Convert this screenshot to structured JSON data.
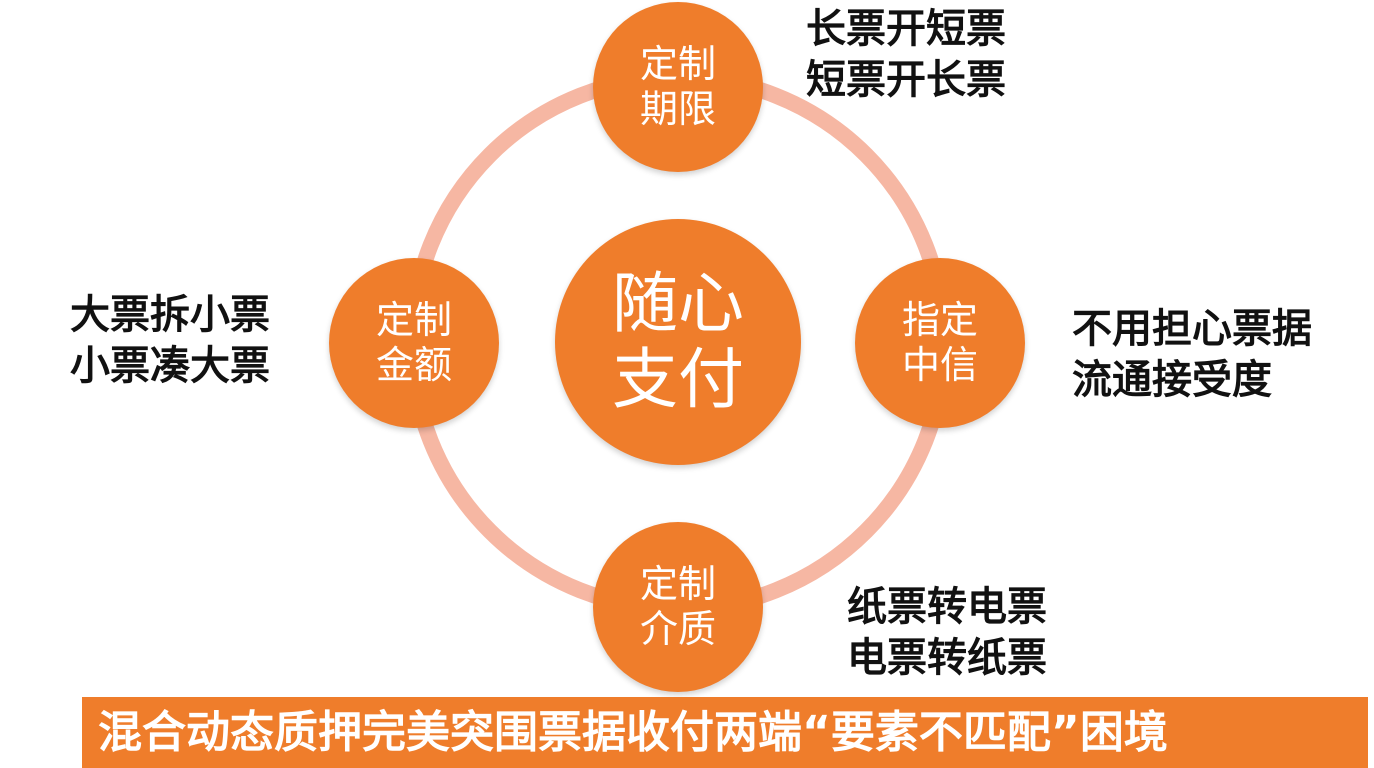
{
  "diagram": {
    "center": {
      "line1": "随心",
      "line2": "支付"
    },
    "nodes": {
      "top": {
        "line1": "定制",
        "line2": "期限"
      },
      "left": {
        "line1": "定制",
        "line2": "金额"
      },
      "right": {
        "line1": "指定",
        "line2": "中信"
      },
      "bottom": {
        "line1": "定制",
        "line2": "介质"
      }
    },
    "notes": {
      "top": {
        "line1": "长票开短票",
        "line2": "短票开长票"
      },
      "left": {
        "line1": "大票拆小票",
        "line2": "小票凑大票"
      },
      "right": {
        "line1": "不用担心票据",
        "line2": "流通接受度"
      },
      "bottom": {
        "line1": "纸票转电票",
        "line2": "电票转纸票"
      }
    },
    "banner": "混合动态质押完美突围票据收付两端“要素不匹配”困境"
  },
  "colors": {
    "node_fill": "#ef7d2b",
    "ring": "#f6b7a3",
    "note_text": "#111111",
    "banner_fill": "#ef7d2b",
    "banner_text": "#ffffff"
  }
}
